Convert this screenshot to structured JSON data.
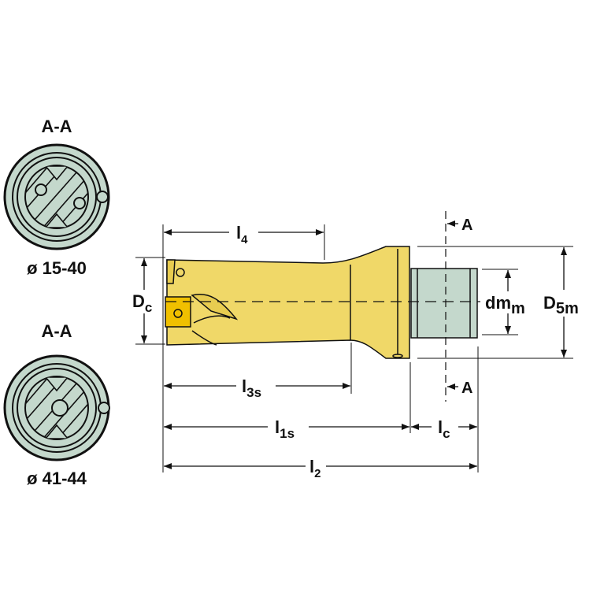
{
  "sections": [
    {
      "title": "A-A",
      "range": "ø 15-40"
    },
    {
      "title": "A-A",
      "range": "ø 41-44"
    }
  ],
  "dimensions": {
    "l4": {
      "main": "l",
      "sub": "4"
    },
    "l3s": {
      "main": "l",
      "sub": "3s"
    },
    "l1s": {
      "main": "l",
      "sub": "1s"
    },
    "lc": {
      "main": "l",
      "sub": "c"
    },
    "l2": {
      "main": "l",
      "sub": "2"
    },
    "dc": {
      "main": "D",
      "sub": "c"
    },
    "dmm": {
      "main": "dm",
      "sub": "m"
    },
    "d5m": {
      "main": "D",
      "sub": "5m"
    }
  },
  "section_marker": "A",
  "colors": {
    "body": "#f0d868",
    "insert": "#f0c000",
    "shank": "#c4d8cc",
    "line": "#111111"
  }
}
